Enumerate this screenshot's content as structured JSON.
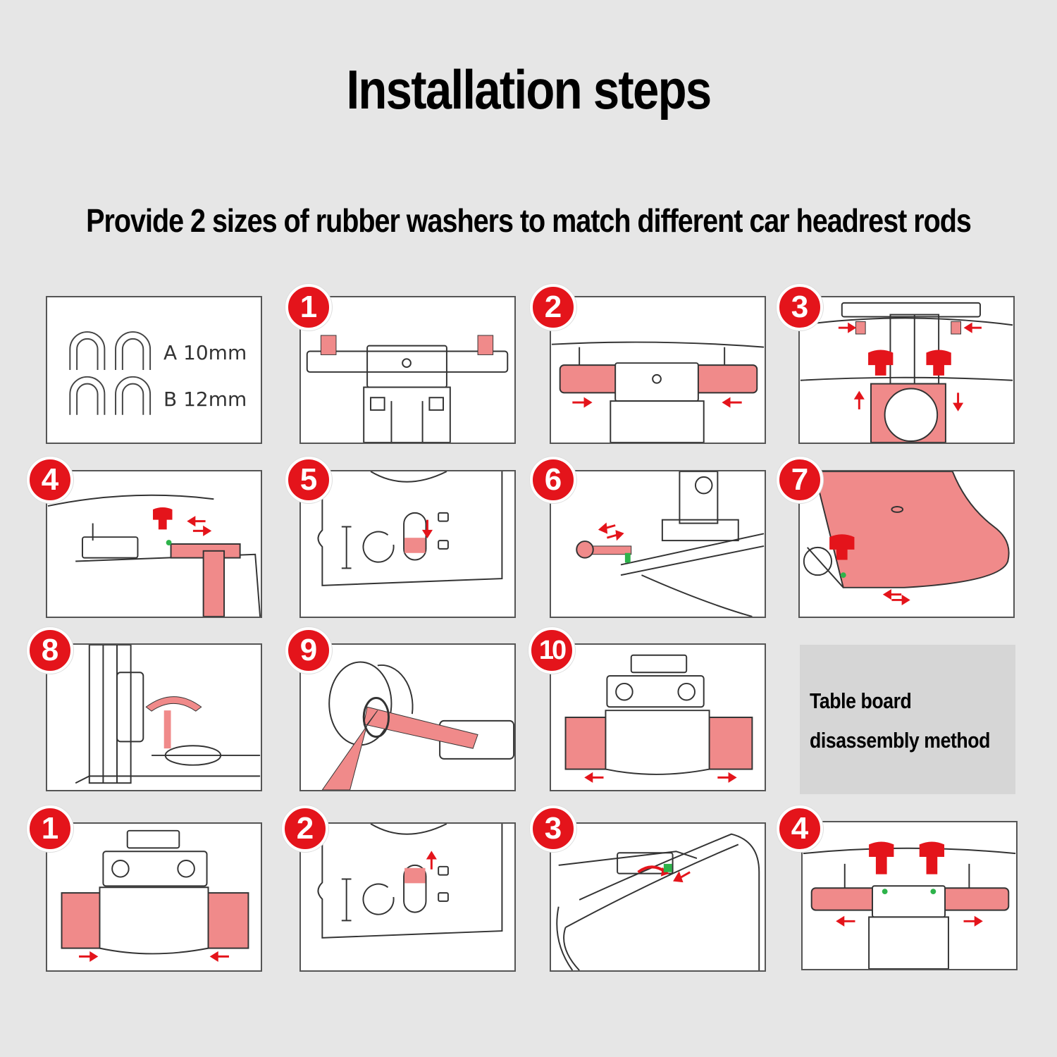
{
  "title": "Installation steps",
  "subtitle": "Provide 2 sizes of rubber washers to match different car headrest rods",
  "washers": {
    "a_label": "A 10mm",
    "b_label": "B 12mm"
  },
  "install_steps": [
    {
      "number": "1"
    },
    {
      "number": "2"
    },
    {
      "number": "3"
    },
    {
      "number": "4"
    },
    {
      "number": "5"
    },
    {
      "number": "6"
    },
    {
      "number": "7"
    },
    {
      "number": "8"
    },
    {
      "number": "9"
    },
    {
      "number": "10"
    }
  ],
  "disassembly_note": {
    "line1": "Table board",
    "line2": "disassembly method"
  },
  "disassembly_steps": [
    {
      "number": "1"
    },
    {
      "number": "2"
    },
    {
      "number": "3"
    },
    {
      "number": "4"
    }
  ],
  "colors": {
    "badge": "#e4141b",
    "highlight": "#f08a8a",
    "line": "#333333",
    "background": "#e6e6e6"
  }
}
